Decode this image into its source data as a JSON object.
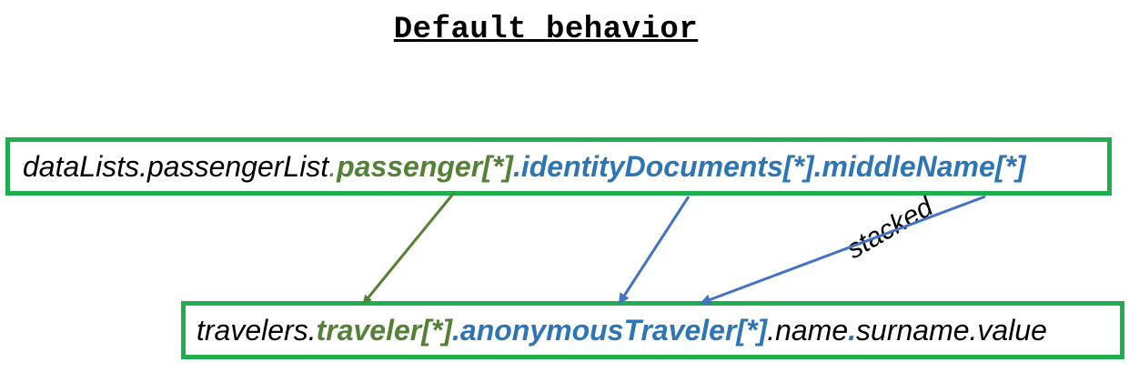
{
  "title": "Default behavior",
  "source_path": {
    "part1": "dataLists.passengerList",
    "part2": ".",
    "part3": "passenger[*]",
    "part4": ".identityDocuments[*].middleName[*]"
  },
  "target_path": {
    "part1": "travelers.",
    "part2": "traveler[*]",
    "part3": ".anonymousTraveler[*]",
    "part4": ".name",
    "part5": ".",
    "part6": "surname.value"
  },
  "annotation": "stacked",
  "colors": {
    "box_border": "#1fae4f",
    "green_arrow": "#548235",
    "blue_arrow": "#4472c4"
  }
}
